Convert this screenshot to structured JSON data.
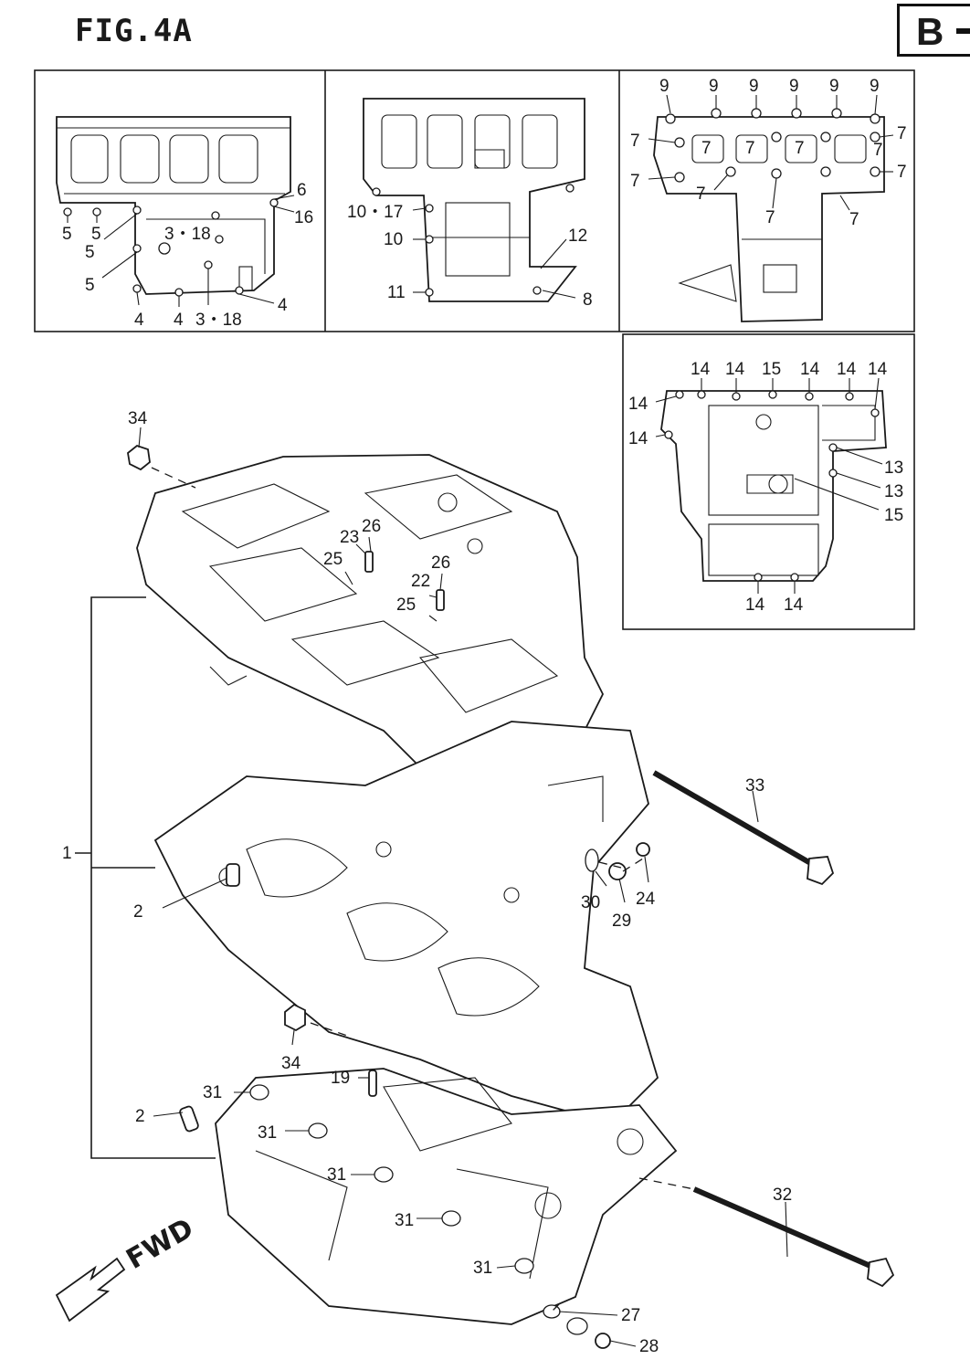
{
  "header": {
    "figure_title": "FIG.4A",
    "section_label": "B"
  },
  "fwd_label": "FWD",
  "inset1": {
    "labels": {
      "l5a": "5",
      "l5b": "5",
      "l5c": "5",
      "l5d": "5",
      "l318a": "3・18",
      "l6": "6",
      "l16": "16",
      "l4a": "4",
      "l4b": "4",
      "l318b": "3・18",
      "l4c": "4"
    }
  },
  "inset2": {
    "labels": {
      "l1017": "10・17",
      "l10": "10",
      "l11": "11",
      "l12": "12",
      "l8": "8"
    }
  },
  "inset3": {
    "labels": {
      "n9a": "9",
      "n9b": "9",
      "n9c": "9",
      "n9d": "9",
      "n9e": "9",
      "n9f": "9",
      "s7a": "7",
      "s7b": "7",
      "s7c": "7",
      "s7d": "7",
      "s7e": "7",
      "s7f": "7",
      "s7g": "7",
      "s7h": "7",
      "s7i": "7",
      "s7j": "7",
      "s7k": "7"
    }
  },
  "inset4": {
    "labels": {
      "t14a": "14",
      "t14b": "14",
      "t15a": "15",
      "t14c": "14",
      "t14d": "14",
      "t14e": "14",
      "s14f": "14",
      "s14g": "14",
      "r13a": "13",
      "r13b": "13",
      "r15b": "15",
      "b14h": "14",
      "b14i": "14"
    }
  },
  "main": {
    "labels": {
      "p34a": "34",
      "p23": "23",
      "p26a": "26",
      "p25a": "25",
      "p26b": "26",
      "p22": "22",
      "p25b": "25",
      "p33": "33",
      "p1": "1",
      "p2a": "2",
      "p30": "30",
      "p29": "29",
      "p24": "24",
      "p34b": "34",
      "p19": "19",
      "p31a": "31",
      "p2b": "2",
      "p31b": "31",
      "p31c": "31",
      "p32": "32",
      "p31d": "31",
      "p31e": "31",
      "p27": "27",
      "p28": "28"
    }
  }
}
